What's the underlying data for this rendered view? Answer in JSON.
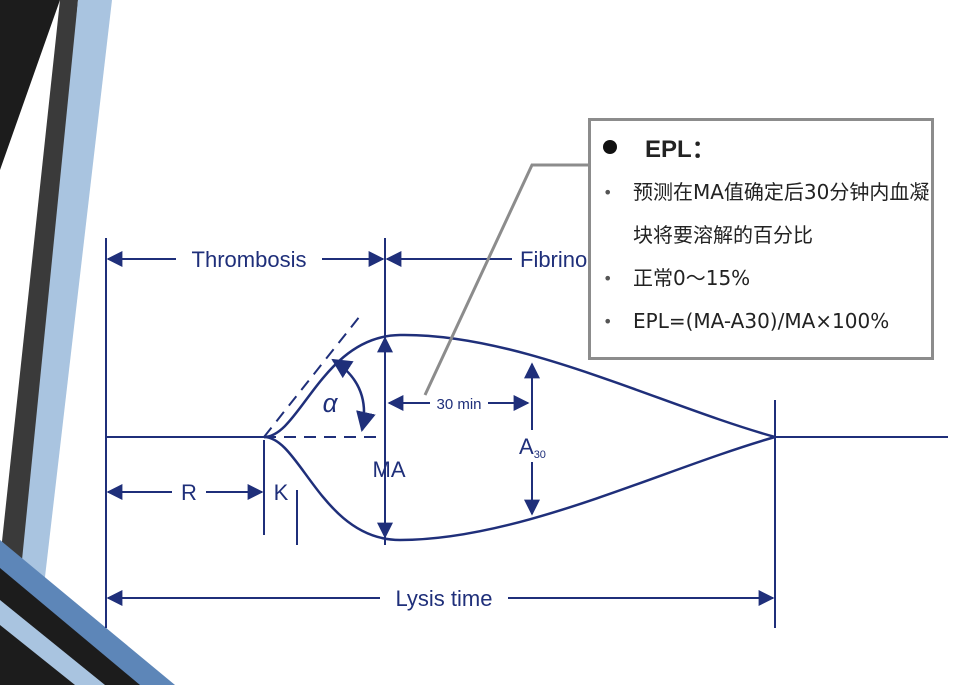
{
  "diagram": {
    "labels": {
      "thrombosis": "Thrombosis",
      "fibrinolysis": "Fibrino",
      "r": "R",
      "k": "K",
      "alpha": "α",
      "ma": "MA",
      "min30": "30 min",
      "a30_main": "A",
      "a30_sub": "30",
      "lysis_time": "Lysis time"
    },
    "colors": {
      "curve": "#1f2f7a",
      "accent_band_dark": "#1c1c1c",
      "accent_band_blue": "#5d86b8",
      "accent_band_light": "#a9c4e0",
      "callout_border": "#8c8c8c"
    }
  },
  "callout": {
    "title": "EPL：",
    "items": [
      {
        "text": "预测在MA值确定后30分钟内血凝块将要溶解的百分比"
      },
      {
        "text": "正常0～15%"
      },
      {
        "text": "EPL=(MA-A30)/MA×100%"
      }
    ]
  }
}
